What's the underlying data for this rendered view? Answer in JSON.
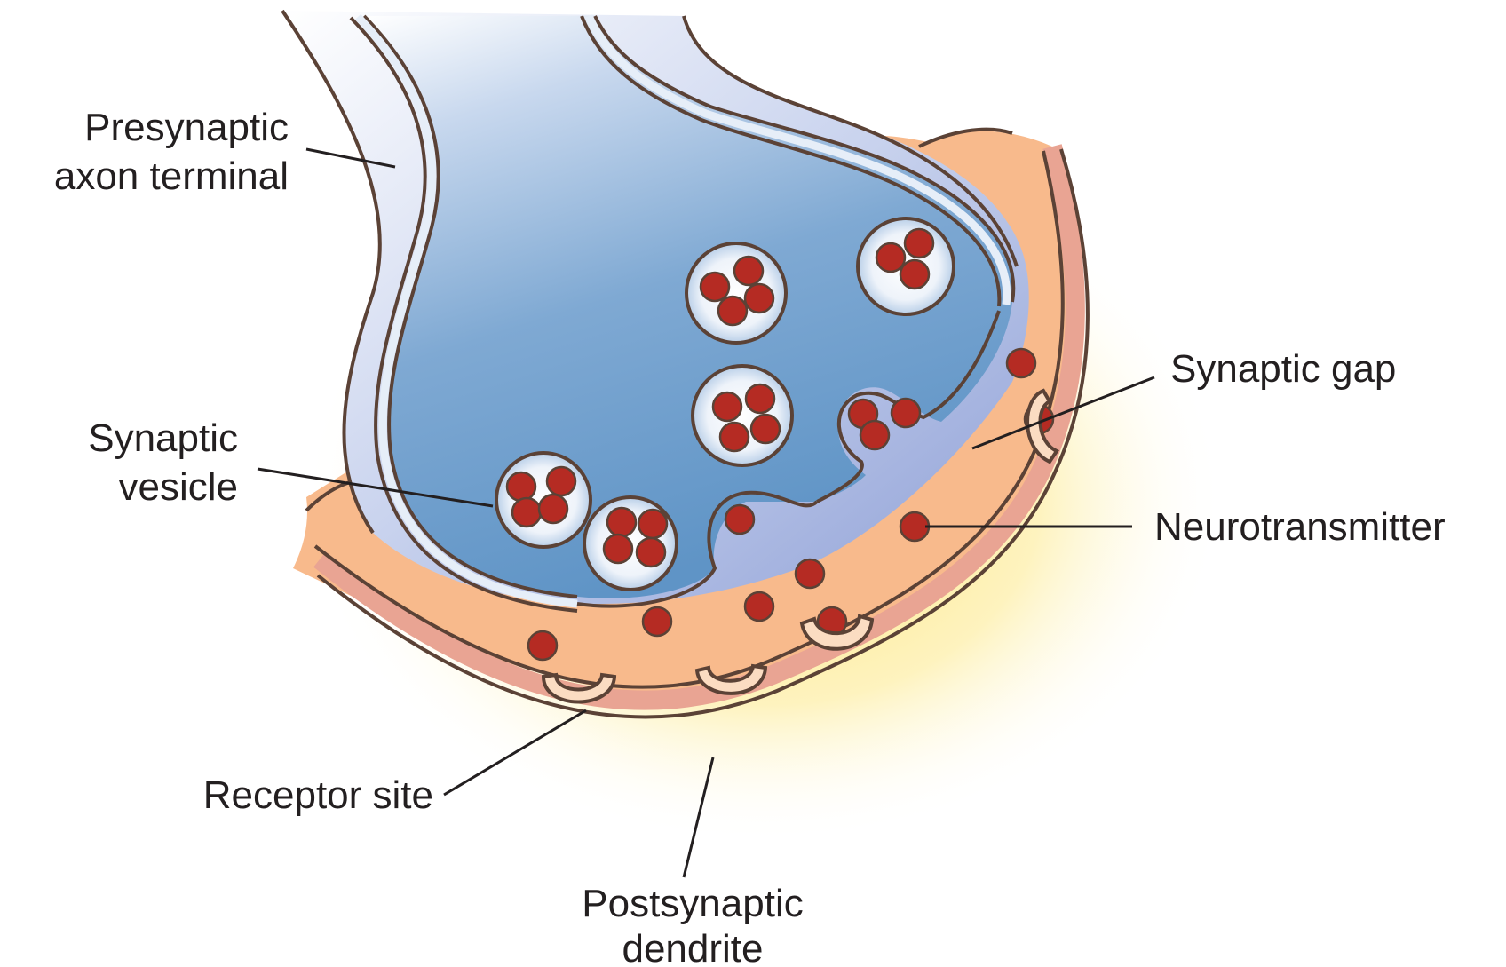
{
  "labels": {
    "presynaptic": [
      "Presynaptic",
      "axon terminal"
    ],
    "synaptic_vesicle": [
      "Synaptic",
      "vesicle"
    ],
    "synaptic_gap": "Synaptic gap",
    "neurotransmitter": "Neurotransmitter",
    "receptor_site": "Receptor site",
    "postsynaptic": [
      "Postsynaptic",
      "dendrite"
    ]
  },
  "colors": {
    "outline": "#5b4236",
    "axon_fill": "#6a9cc9",
    "axon_highlight": "#f4f7fc",
    "dendrite_fill": "#f8ba8c",
    "dendrite_membrane": "#e9a493",
    "glow": "#fde36b",
    "neurotransmitter": "#b52b23",
    "receptor": "#fbdcc2",
    "vesicle_inner": "#ffffff",
    "leader_line": "#231f20"
  }
}
